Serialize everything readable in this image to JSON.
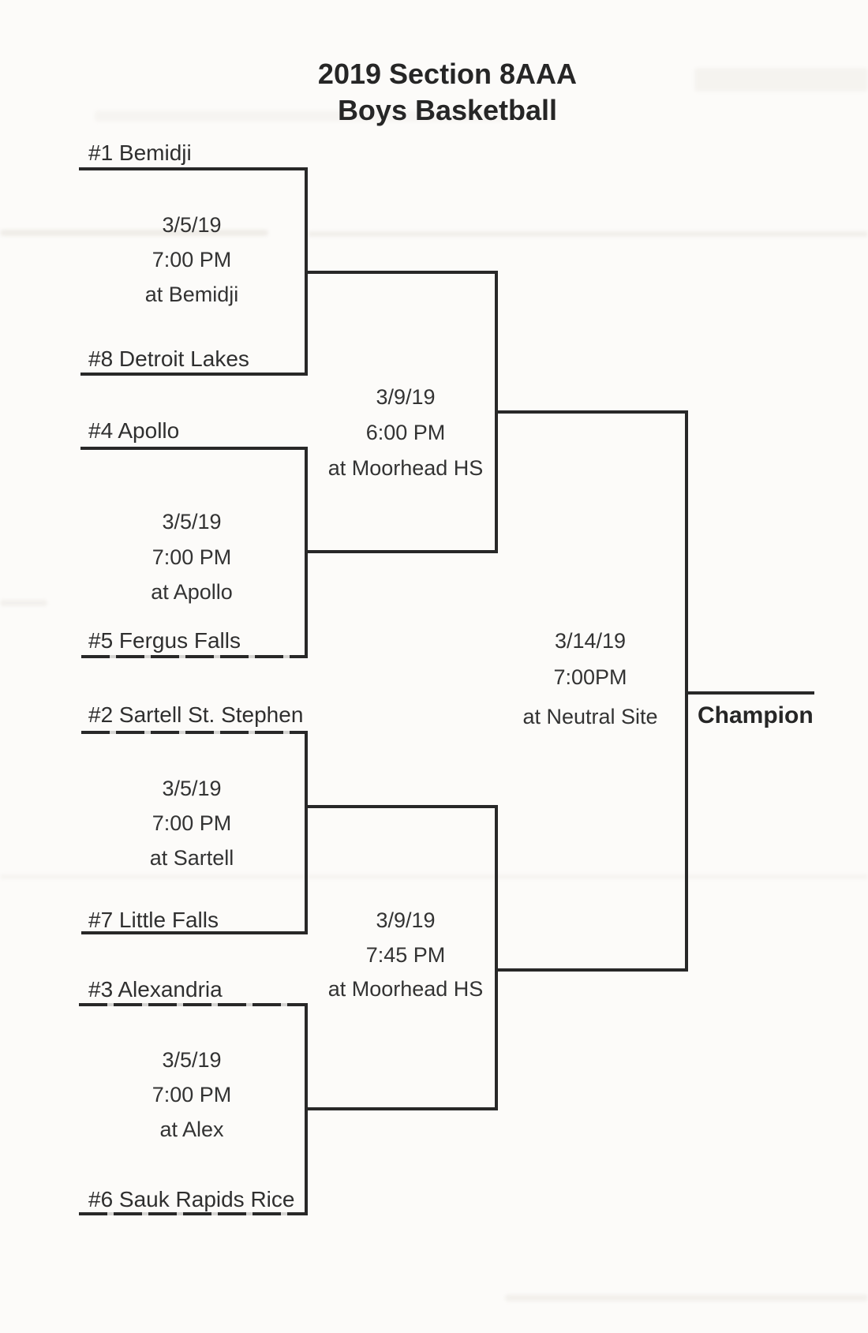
{
  "title": {
    "line1": "2019 Section 8AAA",
    "line2": "Boys Basketball"
  },
  "bracket": {
    "round1": [
      {
        "top_seed": "#1 Bemidji",
        "bottom_seed": "#8 Detroit Lakes",
        "date": "3/5/19",
        "time": "7:00 PM",
        "location": "at Bemidji"
      },
      {
        "top_seed": "#4 Apollo",
        "bottom_seed": "#5 Fergus Falls",
        "date": "3/5/19",
        "time": "7:00 PM",
        "location": "at Apollo"
      },
      {
        "top_seed": "#2 Sartell St. Stephen",
        "bottom_seed": "#7 Little Falls",
        "date": "3/5/19",
        "time": "7:00 PM",
        "location": "at Sartell"
      },
      {
        "top_seed": "#3 Alexandria",
        "bottom_seed": "#6 Sauk Rapids Rice",
        "date": "3/5/19",
        "time": "7:00 PM",
        "location": "at Alex"
      }
    ],
    "semifinals": [
      {
        "date": "3/9/19",
        "time": "6:00 PM",
        "location": "at Moorhead HS"
      },
      {
        "date": "3/9/19",
        "time": "7:45 PM",
        "location": "at Moorhead HS"
      }
    ],
    "final": {
      "date": "3/14/19",
      "time": "7:00PM",
      "location": "at Neutral Site"
    },
    "champion_label": "Champion"
  }
}
